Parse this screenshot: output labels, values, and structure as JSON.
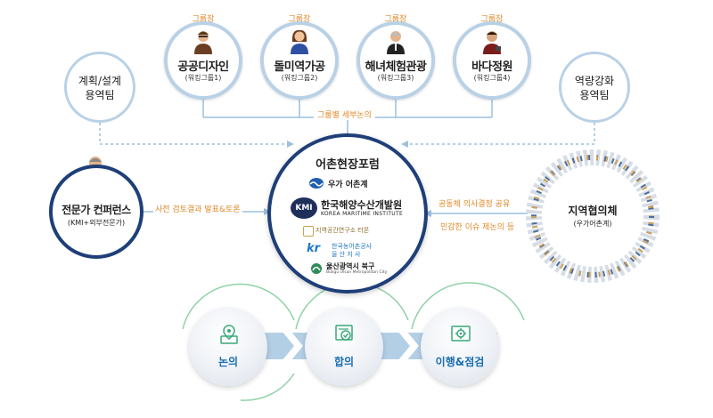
{
  "groups": [
    {
      "leader": "그룹장",
      "name": "공공디자인",
      "sub": "(워킹그룹1)",
      "avatar": "man-with-glasses-icon"
    },
    {
      "leader": "그룹장",
      "name": "돌미역가공",
      "sub": "(워킹그룹2)",
      "avatar": "woman-icon"
    },
    {
      "leader": "그룹장",
      "name": "해녀체험관광",
      "sub": "(워킹그룹3)",
      "avatar": "older-man-icon"
    },
    {
      "leader": "그룹장",
      "name": "바다정원",
      "sub": "(워킹그룹4)",
      "avatar": "man-in-suit-icon"
    }
  ],
  "group_discussion_label": "그룹별 세부논의",
  "planning_team": [
    "계획/설계",
    "용역팀"
  ],
  "capacity_team": [
    "역량강화",
    "용역팀"
  ],
  "forum": {
    "title": "어촌현장포럼",
    "logos": [
      {
        "text": "우가 어촌계"
      },
      {
        "main": "한국해양수산개발원",
        "sub": "KOREA MARITIME INSTITUTE",
        "mark": "KMI"
      },
      {
        "text": "지역공간연구소 터몬"
      },
      {
        "main": "한국농어촌공사",
        "sub": "울 산 지 사"
      },
      {
        "main": "울산광역시 북구",
        "sub": "Bukgu Ulsan Metropolitan City"
      }
    ]
  },
  "expert": {
    "title": "전문가 컨퍼런스",
    "sub": "(KMI+외부전문가)"
  },
  "expert_label": "사전 검토결과 발표&토론",
  "community": {
    "title": "지역협의체",
    "sub": "(우가어촌계)"
  },
  "community_labels": [
    "공동체 의사결정 공유",
    "민감한 이슈 제논의 등"
  ],
  "steps": [
    {
      "label": "논의",
      "icon": "discussion-icon"
    },
    {
      "label": "합의",
      "icon": "agreement-icon"
    },
    {
      "label": "이행&점검",
      "icon": "settings-check-icon"
    }
  ],
  "colors": {
    "accent": "#e08a2b",
    "ring": "#b9d1e6",
    "navy": "#1e3f78",
    "step_text": "#1a6fb0",
    "flow_band": "#b3cfe6",
    "green_arc": "#8fd1a8"
  }
}
